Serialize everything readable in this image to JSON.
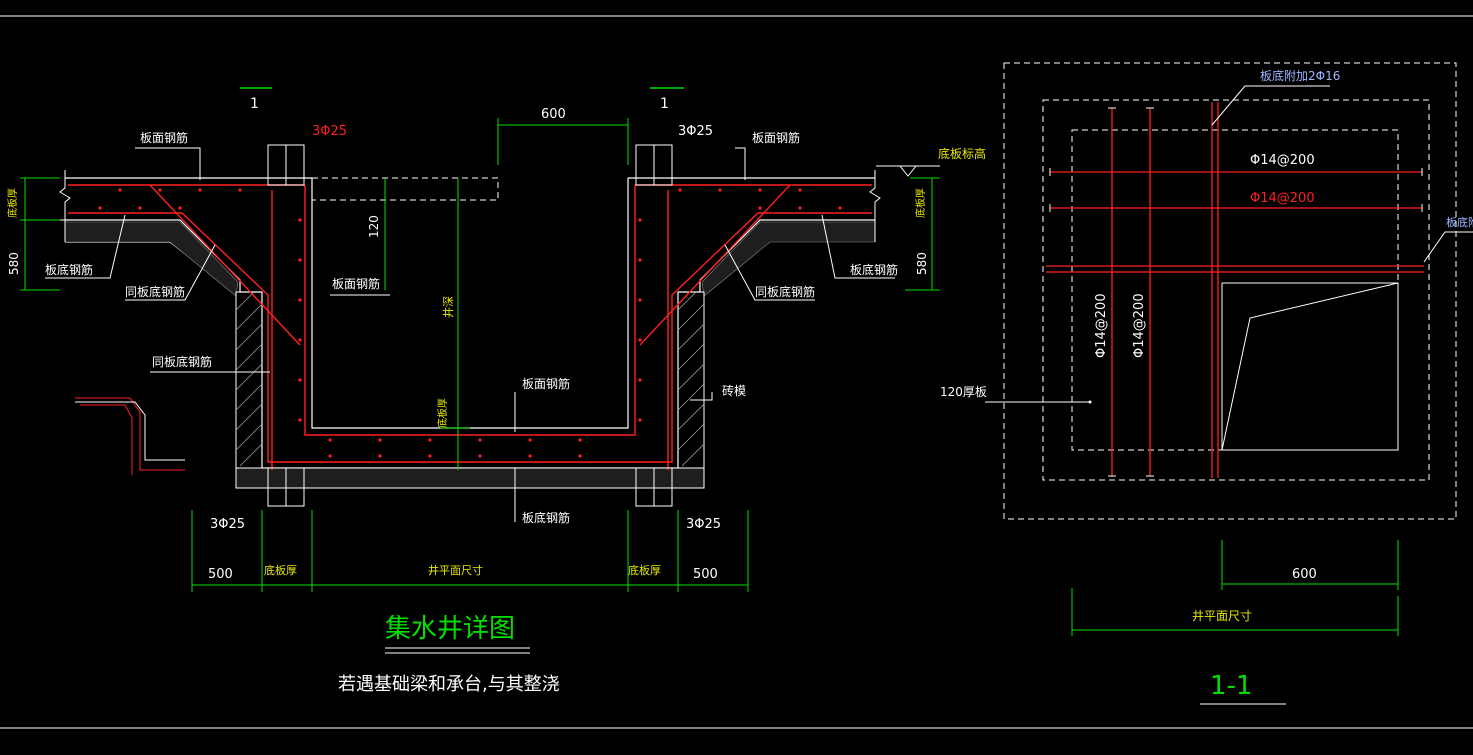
{
  "colors": {
    "background": "#000000",
    "line_white": "#ffffff",
    "rebar_red": "#ff2020",
    "dim_green": "#00e000",
    "text_yellow": "#e8e800",
    "text_blue": "#9fb4ff",
    "title_green": "#00e000"
  },
  "section_labels": {
    "left": "1",
    "right": "1"
  },
  "detail": {
    "rebar_top_left": "3Φ25",
    "rebar_top_right": "3Φ25",
    "rebar_bottom_left": "3Φ25",
    "rebar_bottom_right": "3Φ25",
    "dim_top_600": "600",
    "dim_120": "120",
    "dim_580_left": "580",
    "dim_580_right": "580",
    "label_well_depth": "井深",
    "label_bottom_thk_left": "底板厚",
    "label_bottom_thk_right": "底板厚",
    "label_bottom_thk_inner": "底板厚",
    "label_bottom_elev": "底板标高",
    "label_face_rebar_left": "板面钢筋",
    "label_face_rebar_right": "板面钢筋",
    "label_face_rebar_mid": "板面钢筋",
    "label_face_rebar_bottom": "板面钢筋",
    "label_bot_rebar_left": "板底钢筋",
    "label_bot_rebar_right": "板底钢筋",
    "label_bot_rebar_bottom": "板底钢筋",
    "label_same_left": "同板底钢筋",
    "label_same_right": "同板底钢筋",
    "label_same_wall": "同板底钢筋",
    "label_brick": "砖模",
    "dim_500_left": "500",
    "dim_500_right": "500",
    "dim_bt_left": "底板厚",
    "dim_bt_right": "底板厚",
    "dim_well_plan": "井平面尺寸",
    "title": "集水井详图",
    "note": "若遇基础梁和承台,与其整浇"
  },
  "plan": {
    "label_add_rebar": "板底附加2Φ16",
    "label_add_rebar_side": "板底附",
    "rebar_h1": "Φ14@200",
    "rebar_h2": "Φ14@200",
    "rebar_v1": "Φ14@200",
    "rebar_v2": "Φ14@200",
    "label_120_slab": "120厚板",
    "dim_600": "600",
    "dim_well_plan": "井平面尺寸",
    "title": "1-1"
  }
}
